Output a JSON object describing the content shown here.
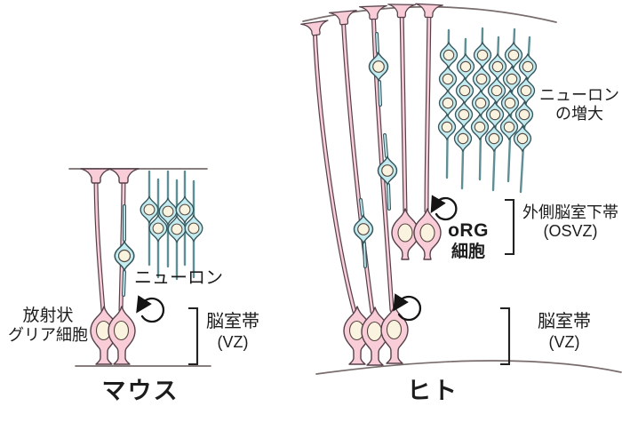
{
  "colors": {
    "pink_fill": "#f8cdd8",
    "pink_edge": "#55404a",
    "cyan_fill": "#c4ecf0",
    "cyan_edge": "#35565c",
    "cyan_chain": "#5d8f94",
    "nucleus_fill": "#f9f3df",
    "nucleus_edge": "#55463f",
    "line_gray": "#786c6c",
    "bracket": "#222222",
    "arrow": "#141414",
    "text": "#1c1c1c"
  },
  "mouse_panel": {
    "caption": "マウス",
    "labels": {
      "radial_glia_line1": "放射状",
      "radial_glia_line2": "グリア細胞",
      "neuron": "ニューロン",
      "vz_line1": "脳室帯",
      "vz_line2": "(VZ)"
    }
  },
  "human_panel": {
    "caption": "ヒト",
    "labels": {
      "neuron_increase_line1": "ニューロン",
      "neuron_increase_line2": "の増大",
      "org_line1": "oRG",
      "org_line2": "細胞",
      "osvz_line1": "外側脳室下帯",
      "osvz_line2": "(OSVZ)",
      "vz_line1": "脳室帯",
      "vz_line2": "(VZ)"
    }
  }
}
